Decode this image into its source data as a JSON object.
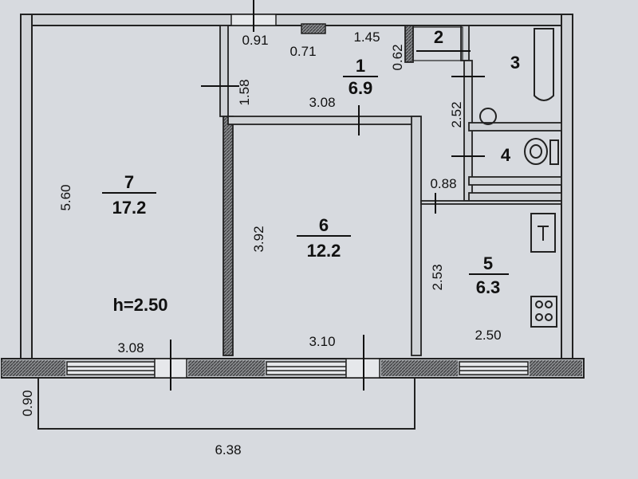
{
  "plan": {
    "ceiling_height": "h=2.50",
    "rooms": [
      {
        "id": "1",
        "number": "1",
        "area": "6.9"
      },
      {
        "id": "2",
        "number": "2"
      },
      {
        "id": "3",
        "number": "3"
      },
      {
        "id": "4",
        "number": "4"
      },
      {
        "id": "5",
        "number": "5",
        "area": "6.3"
      },
      {
        "id": "6",
        "number": "6",
        "area": "12.2"
      },
      {
        "id": "7",
        "number": "7",
        "area": "17.2"
      }
    ],
    "dimensions": {
      "d_0_91": "0.91",
      "d_0_71": "0.71",
      "d_1_45": "1.45",
      "d_0_62": "0.62",
      "d_1_58": "1.58",
      "d_3_08_top": "3.08",
      "d_2_52": "2.52",
      "d_0_88": "0.88",
      "d_5_60": "5.60",
      "d_3_92": "3.92",
      "d_2_53": "2.53",
      "d_3_08_bottom": "3.08",
      "d_3_10": "3.10",
      "d_2_50": "2.50",
      "d_0_90": "0.90",
      "d_6_38": "6.38"
    }
  }
}
